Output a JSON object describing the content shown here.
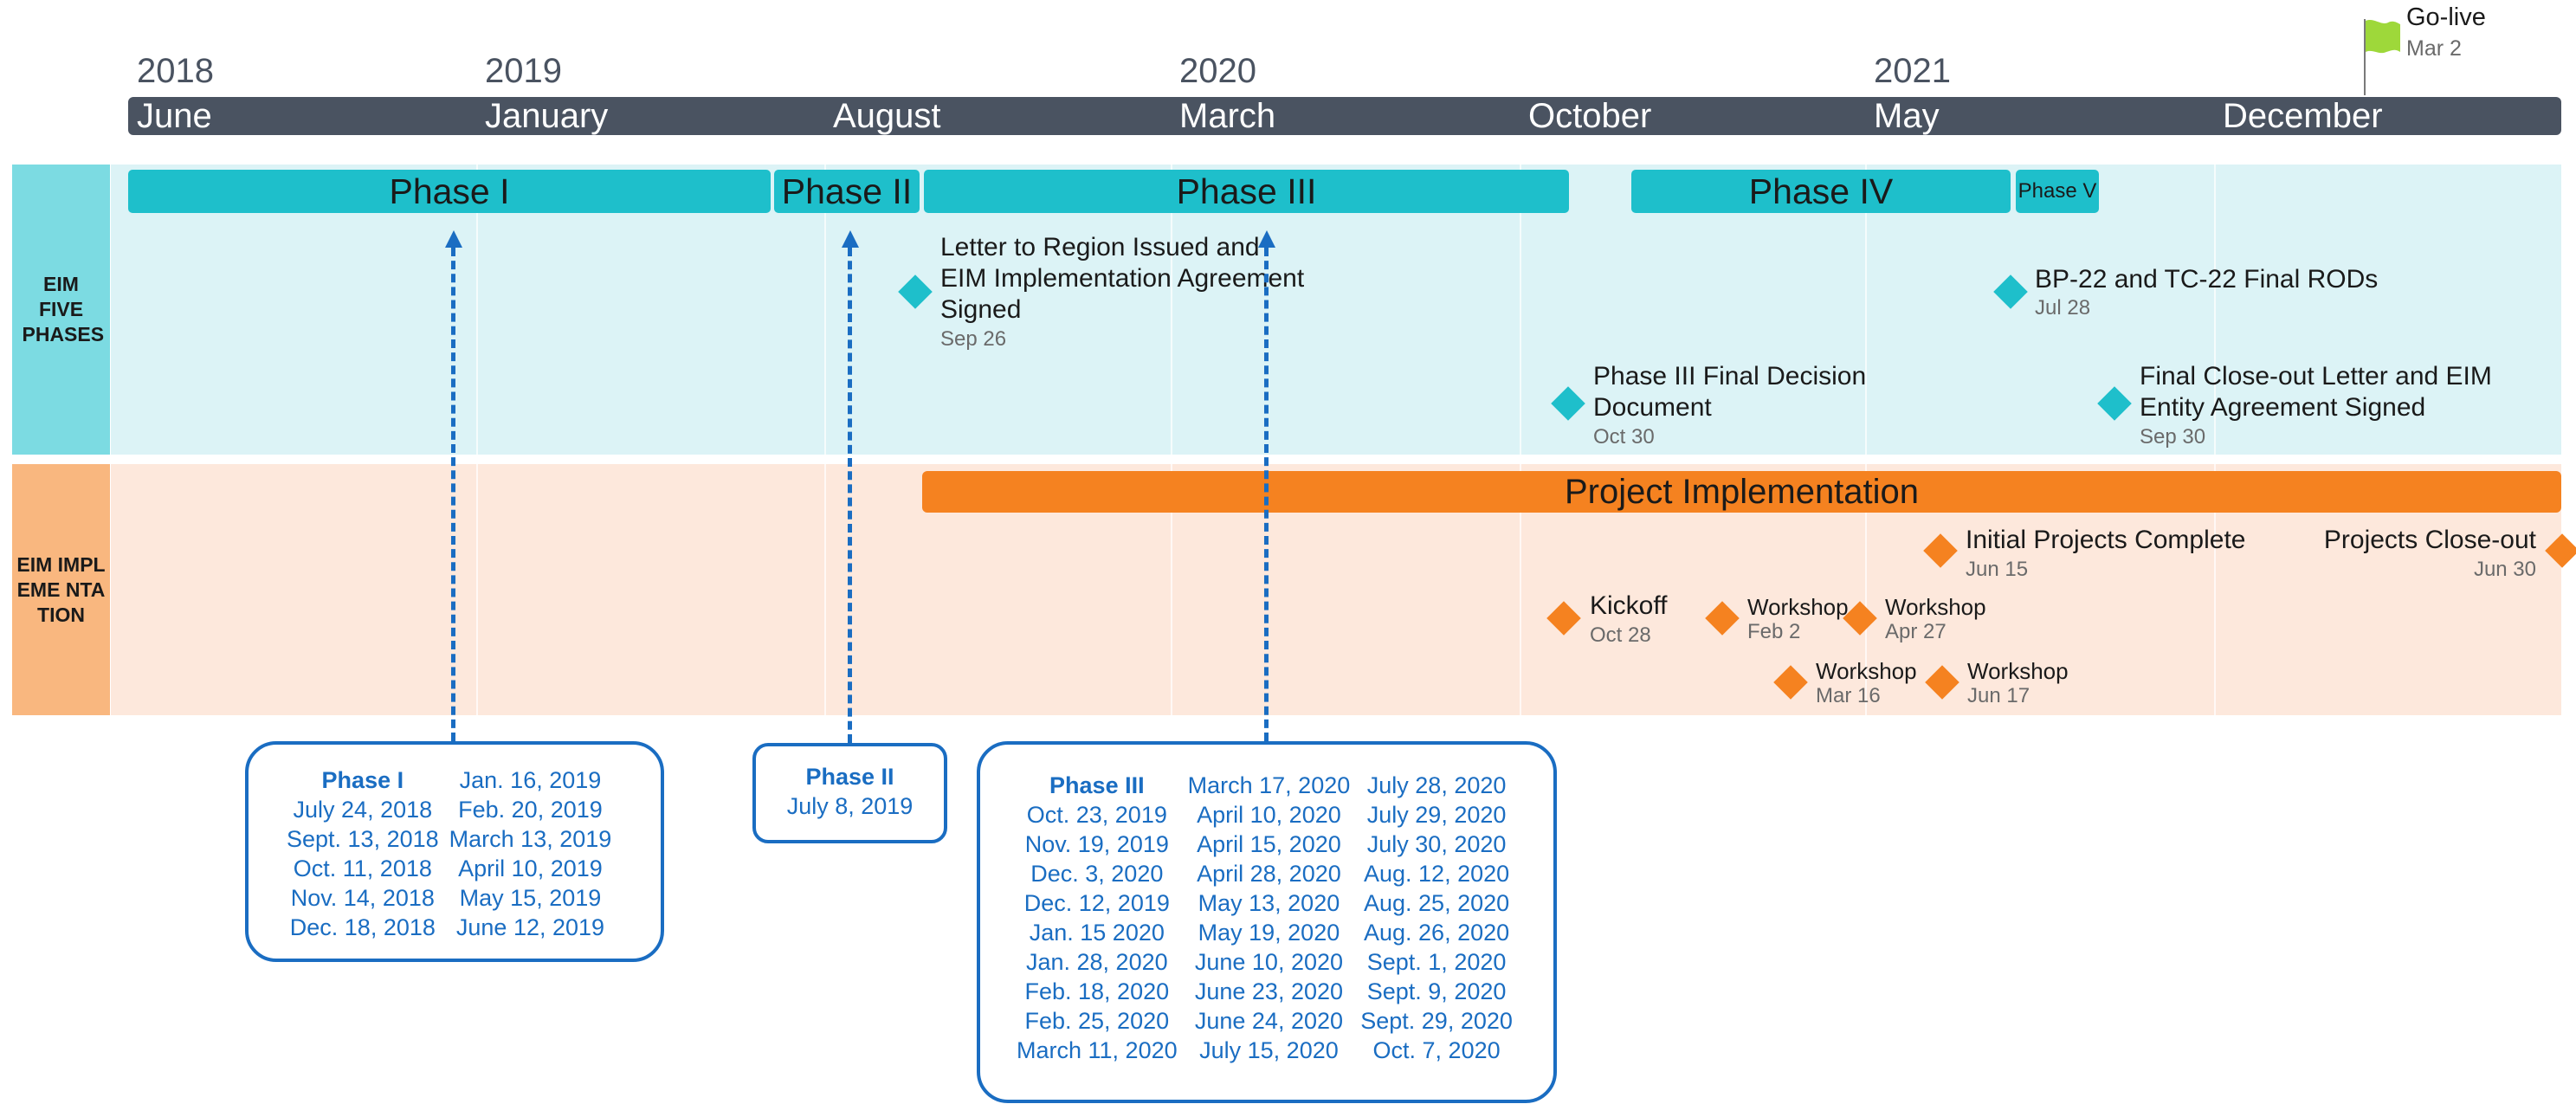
{
  "years": [
    "2018",
    "2019",
    "2020",
    "2021"
  ],
  "months": [
    "June",
    "January",
    "August",
    "March",
    "October",
    "May",
    "December"
  ],
  "golive": {
    "label": "Go-live",
    "date": "Mar 2"
  },
  "lanes": {
    "phases_label": "EIM FIVE PHASES",
    "impl_label": "EIM IMPLEME NTATION"
  },
  "phases": [
    "Phase I",
    "Phase II",
    "Phase III",
    "Phase IV",
    "Phase V"
  ],
  "impl_bar": "Project Implementation",
  "milestones": {
    "letter": {
      "title_lines": [
        "Letter to Region Issued and",
        "EIM Implementation Agreement",
        "Signed"
      ],
      "date": "Sep 26"
    },
    "phase3_final": {
      "title_lines": [
        "Phase III Final Decision",
        "Document"
      ],
      "date": "Oct 30"
    },
    "bp22": {
      "title": "BP-22 and TC-22 Final RODs",
      "date": "Jul 28"
    },
    "closeout": {
      "title_lines": [
        "Final Close-out Letter and EIM",
        "Entity Agreement Signed"
      ],
      "date": "Sep 30"
    },
    "initial": {
      "title": "Initial Projects Complete",
      "date": "Jun 15"
    },
    "projects_closeout": {
      "title": "Projects Close-out",
      "date": "Jun 30"
    },
    "kickoff": {
      "title": "Kickoff",
      "date": "Oct 28"
    },
    "ws_feb2": {
      "title": "Workshop",
      "date": "Feb 2"
    },
    "ws_apr27": {
      "title": "Workshop",
      "date": "Apr 27"
    },
    "ws_mar16": {
      "title": "Workshop",
      "date": "Mar 16"
    },
    "ws_jun17": {
      "title": "Workshop",
      "date": "Jun 17"
    }
  },
  "callouts": {
    "phase1": {
      "heading": "Phase I",
      "rows": [
        [
          "Phase I",
          "Jan. 16, 2019"
        ],
        [
          "July 24, 2018",
          "Feb. 20, 2019"
        ],
        [
          "Sept. 13, 2018",
          "March 13, 2019"
        ],
        [
          "Oct. 11, 2018",
          "April 10, 2019"
        ],
        [
          "Nov. 14, 2018",
          "May 15, 2019"
        ],
        [
          "Dec. 18, 2018",
          "June 12, 2019"
        ]
      ]
    },
    "phase2": {
      "heading": "Phase II",
      "rows": [
        [
          "July 8, 2019"
        ]
      ]
    },
    "phase3": {
      "heading": "Phase III",
      "rows": [
        [
          "Phase III",
          "March 17, 2020",
          "July 28, 2020"
        ],
        [
          "Oct. 23, 2019",
          "April 10, 2020",
          "July 29, 2020"
        ],
        [
          "Nov. 19, 2019",
          "April 15, 2020",
          "July 30, 2020"
        ],
        [
          "Dec. 3, 2020",
          "April 28, 2020",
          "Aug. 12, 2020"
        ],
        [
          "Dec. 12, 2019",
          "May 13, 2020",
          "Aug. 25, 2020"
        ],
        [
          "Jan. 15 2020",
          "May 19, 2020",
          "Aug. 26, 2020"
        ],
        [
          "Jan. 28, 2020",
          "June 10, 2020",
          "Sept. 1, 2020"
        ],
        [
          "Feb. 18, 2020",
          "June 23, 2020",
          "Sept. 9, 2020"
        ],
        [
          "Feb. 25, 2020",
          "June 24, 2020",
          "Sept. 29, 2020"
        ],
        [
          "March 11, 2020",
          "July 15, 2020",
          "Oct. 7, 2020"
        ]
      ]
    }
  },
  "colors": {
    "teal": "#1ebfcb",
    "orange": "#f58220",
    "navy": "#4a5361",
    "blue": "#1a6dc2"
  }
}
